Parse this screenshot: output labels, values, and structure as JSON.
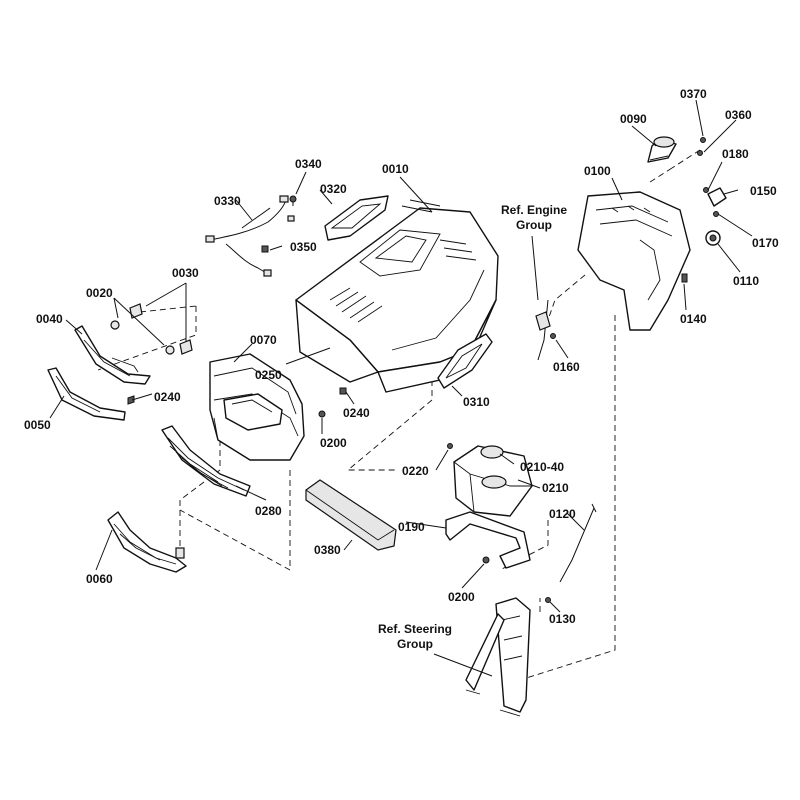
{
  "parts": {
    "p0010": "0010",
    "p0020": "0020",
    "p0030": "0030",
    "p0040": "0040",
    "p0050": "0050",
    "p0060": "0060",
    "p0070": "0070",
    "p0090": "0090",
    "p0100": "0100",
    "p0110": "0110",
    "p0120": "0120",
    "p0130": "0130",
    "p0140": "0140",
    "p0150": "0150",
    "p0160": "0160",
    "p0170": "0170",
    "p0180": "0180",
    "p0190": "0190",
    "p0200a": "0200",
    "p0200b": "0200",
    "p0210": "0210",
    "p0210_40": "0210-40",
    "p0220": "0220",
    "p0240a": "0240",
    "p0240b": "0240",
    "p0250": "0250",
    "p0280": "0280",
    "p0310": "0310",
    "p0320": "0320",
    "p0330": "0330",
    "p0340": "0340",
    "p0350": "0350",
    "p0360": "0360",
    "p0370": "0370",
    "p0380": "0380"
  },
  "references": {
    "engine_line1": "Ref. Engine",
    "engine_line2": "Group",
    "steering_line1": "Ref. Steering",
    "steering_line2": "Group"
  }
}
